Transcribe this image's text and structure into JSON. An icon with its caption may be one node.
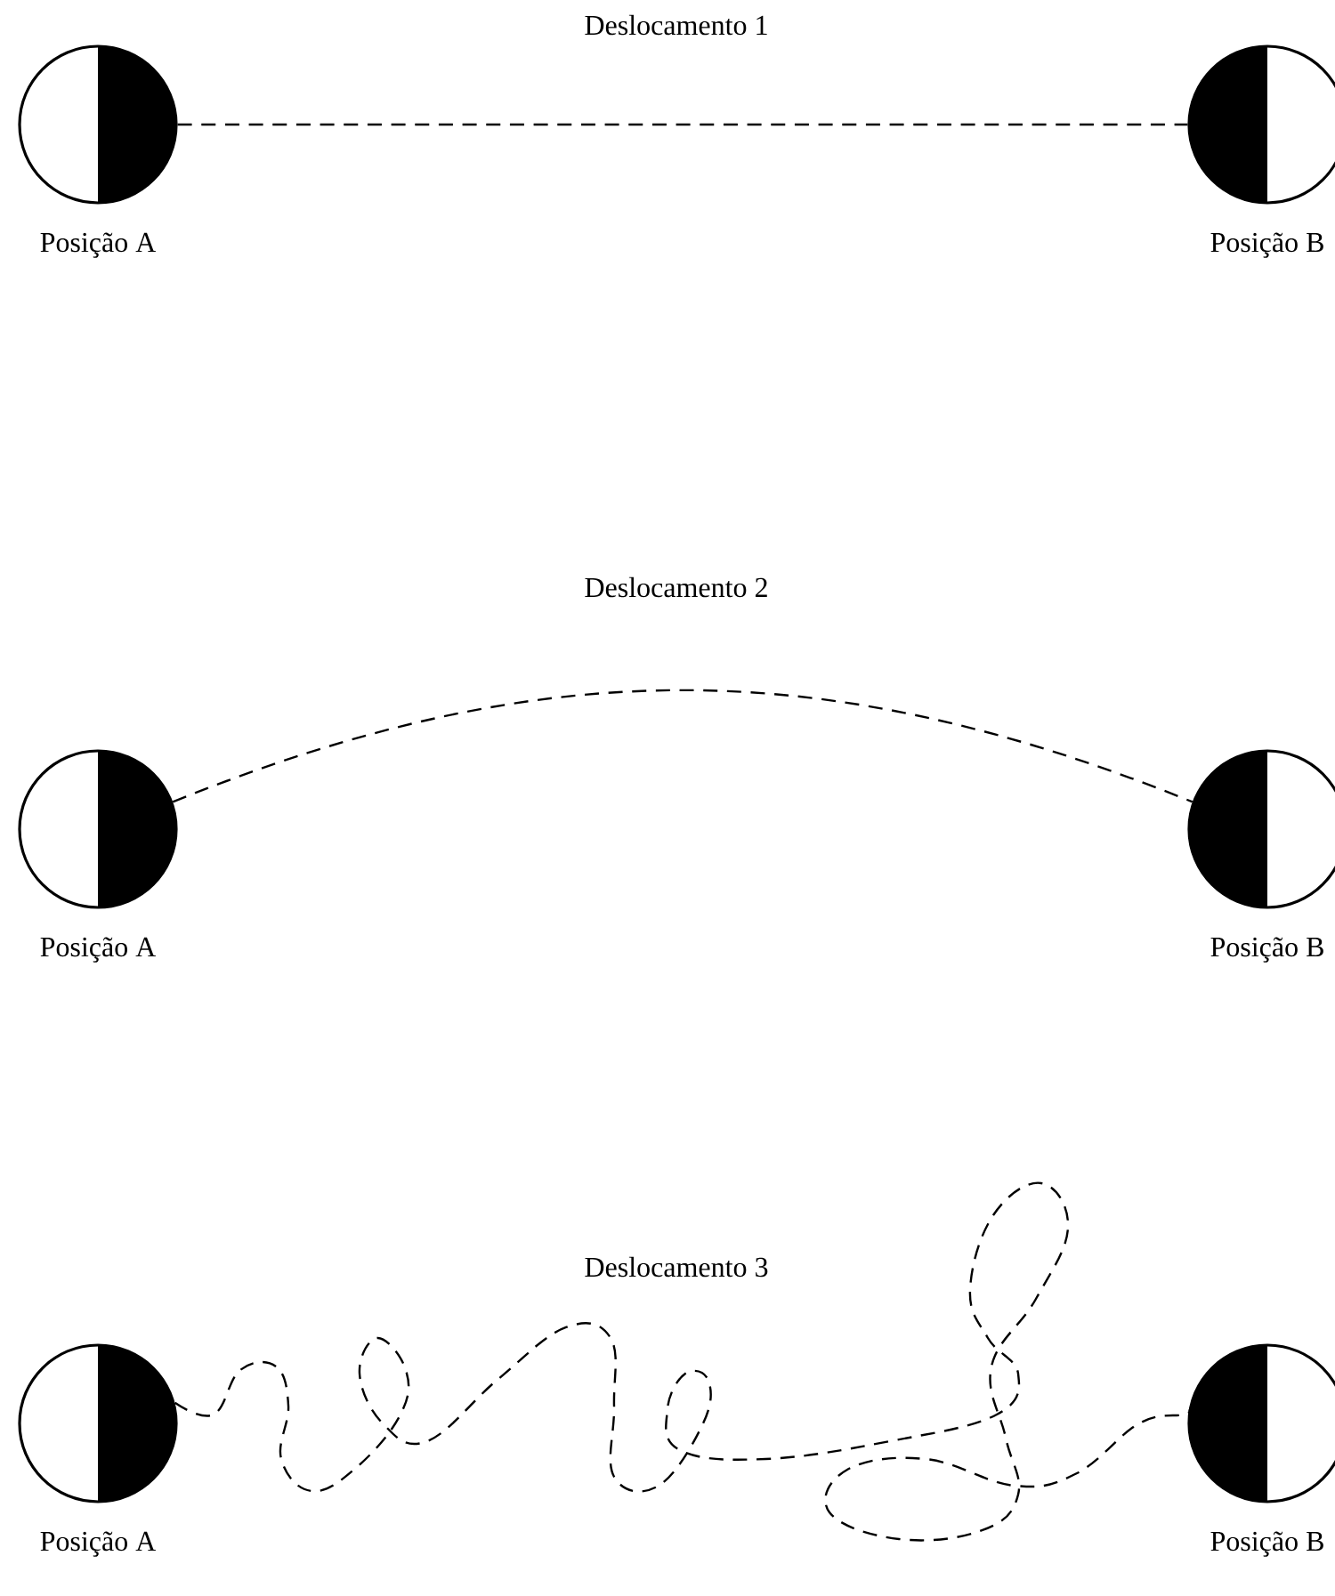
{
  "diagram": {
    "nodes": [
      {
        "text": [],
        "shape": "circle",
        "beside": [
          "Posição A"
        ]
      },
      {
        "text": [],
        "shape": "circle",
        "beside": [
          "Posição B"
        ]
      },
      {
        "text": [],
        "shape": "circle",
        "beside": [
          "Posição A"
        ]
      },
      {
        "text": [],
        "shape": "circle",
        "beside": [
          "Posição B"
        ]
      },
      {
        "text": [],
        "shape": "circle",
        "beside": [
          "Posição A"
        ]
      },
      {
        "text": [],
        "shape": "circle",
        "beside": [
          "Posição B"
        ]
      }
    ],
    "edges": [
      {
        "from": 0,
        "to": 1,
        "arrow": "none",
        "style": "dashed",
        "label": "Deslocamento 1"
      },
      {
        "from": 2,
        "to": 3,
        "arrow": "none",
        "style": "dashed",
        "label": "Deslocamento 2"
      },
      {
        "from": 4,
        "to": 5,
        "arrow": "none",
        "style": "dashed",
        "label": "Deslocamento 3"
      }
    ]
  }
}
